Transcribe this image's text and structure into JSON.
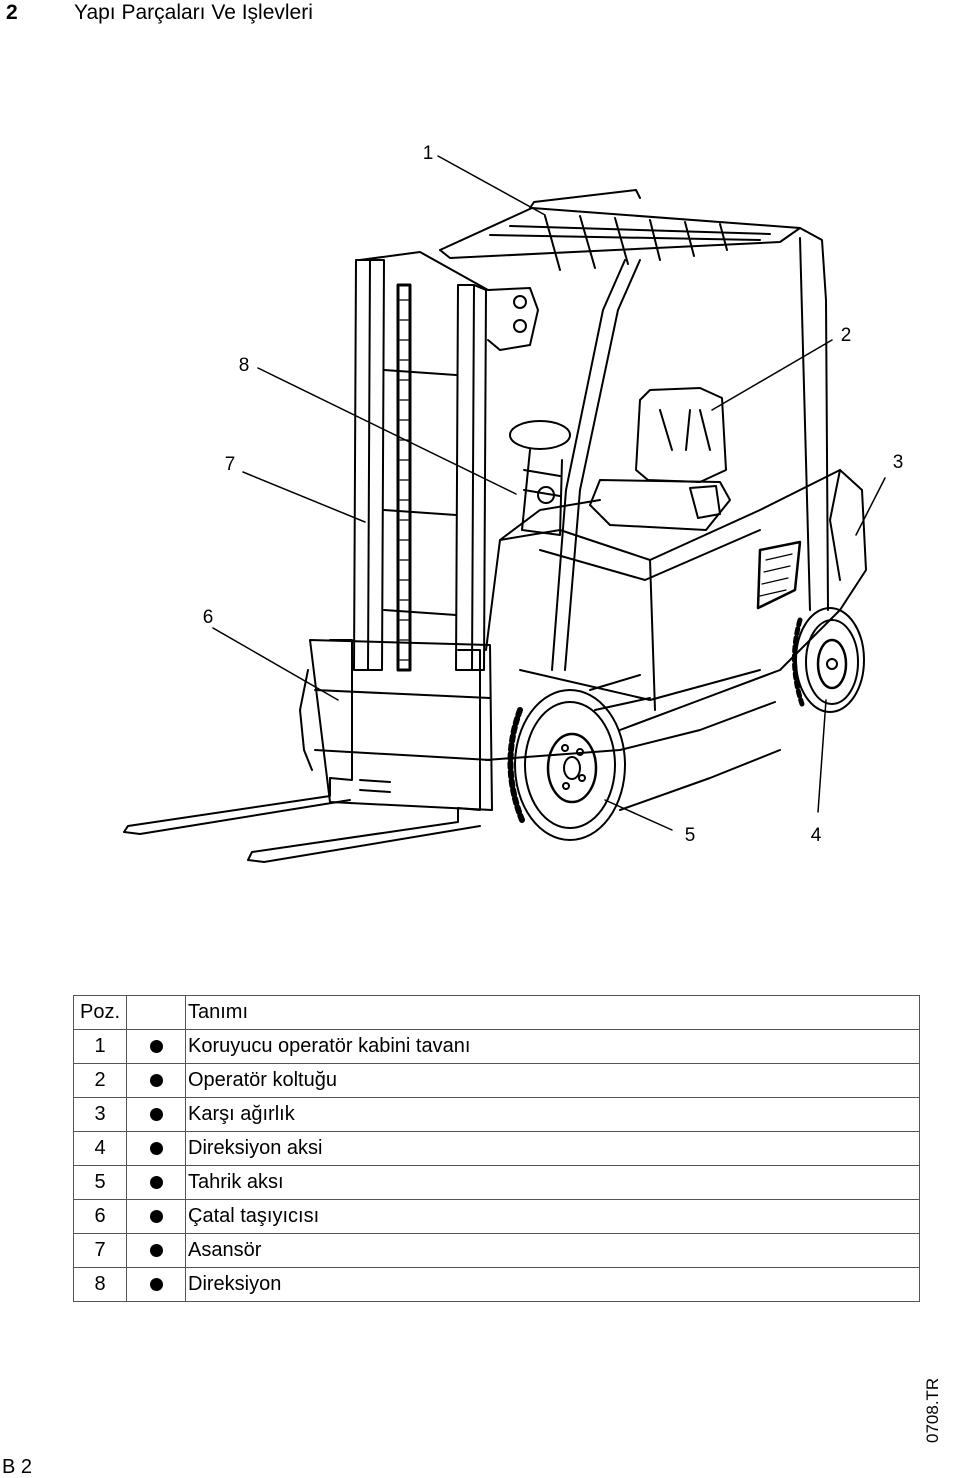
{
  "header": {
    "section_number": "2",
    "title": "Yapı Parçaları Ve Işlevleri"
  },
  "figure": {
    "callouts": [
      "1",
      "2",
      "3",
      "4",
      "5",
      "6",
      "7",
      "8"
    ]
  },
  "legend": {
    "columns": {
      "pos": "Poz.",
      "desc": "Tanımı"
    },
    "rows": [
      {
        "pos": "1",
        "desc": "Koruyucu operatör kabini tavanı"
      },
      {
        "pos": "2",
        "desc": "Operatör koltuğu"
      },
      {
        "pos": "3",
        "desc": "Karşı ağırlık"
      },
      {
        "pos": "4",
        "desc": "Direksiyon aksi"
      },
      {
        "pos": "5",
        "desc": "Tahrik aksı"
      },
      {
        "pos": "6",
        "desc": "Çatal taşıyıcısı"
      },
      {
        "pos": "7",
        "desc": "Asansör"
      },
      {
        "pos": "8",
        "desc": "Direksiyon"
      }
    ]
  },
  "footer": {
    "doc_code": "0708.TR",
    "page": "B 2"
  }
}
